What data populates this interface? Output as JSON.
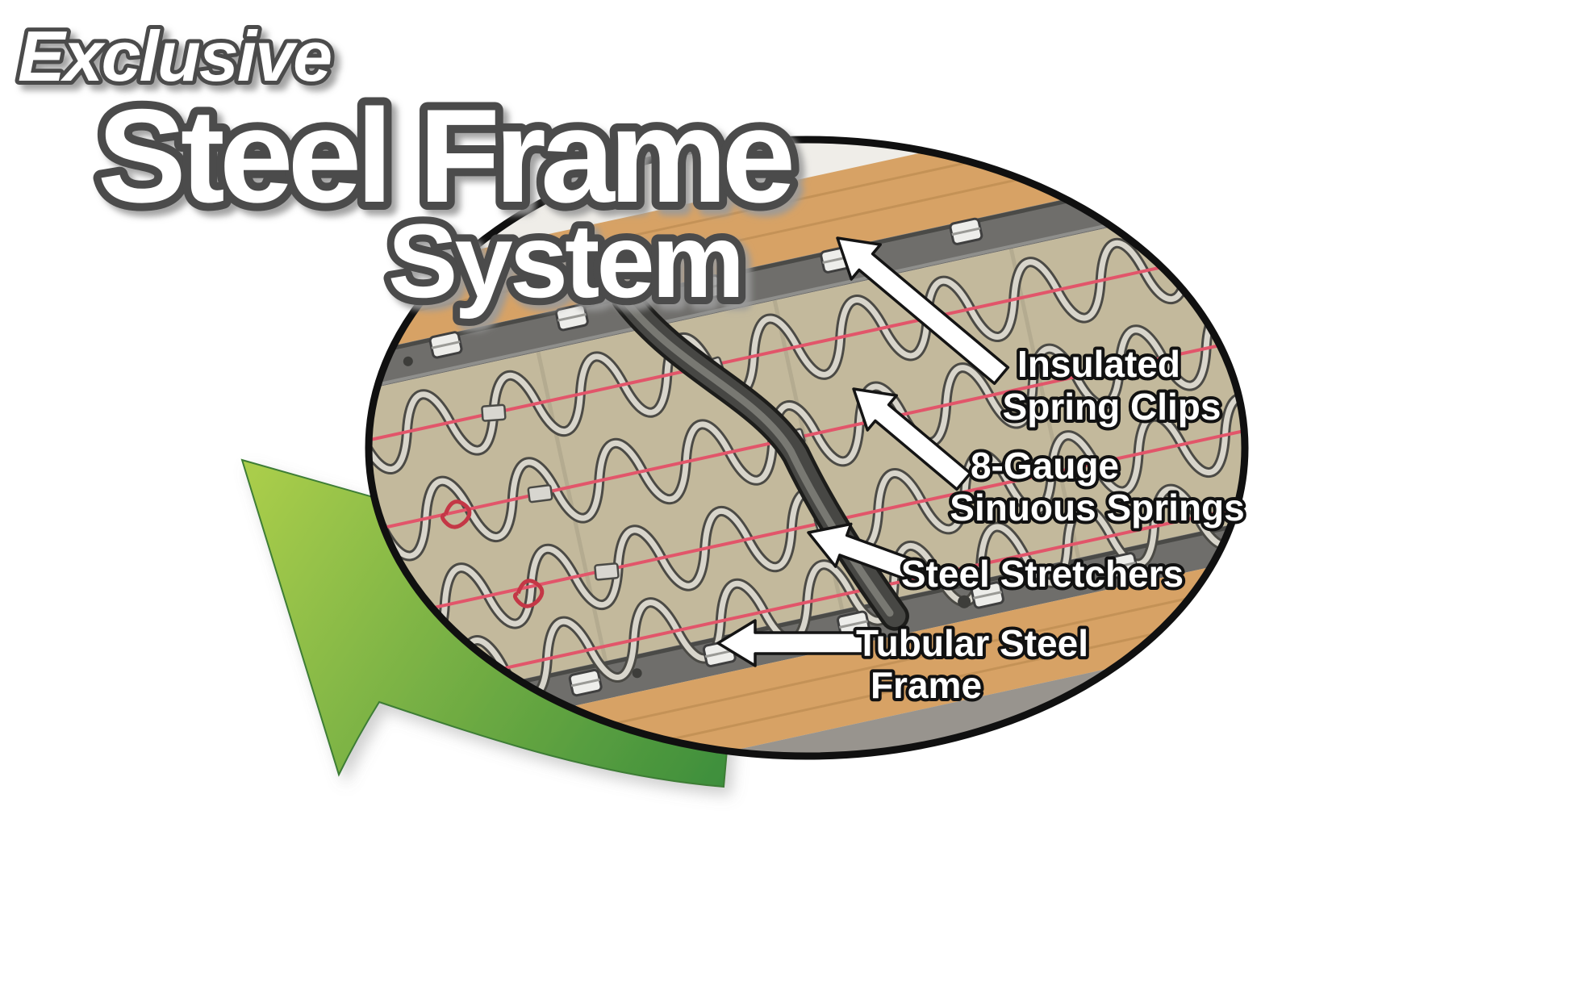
{
  "title": {
    "kicker": "Exclusive",
    "line1": "Steel Frame",
    "line2": "System"
  },
  "callouts": {
    "spring_clips": {
      "line1": "Insulated",
      "line2": "Spring Clips"
    },
    "sinuous_springs": {
      "line1": "8-Gauge",
      "line2": "Sinuous Springs"
    },
    "steel_stretchers": {
      "line1": "Steel Stretchers"
    },
    "tubular_frame": {
      "line1": "Tubular Steel",
      "line2": "Frame"
    }
  },
  "colors": {
    "green_light": "#a9cd4b",
    "green_dark": "#3e8f3c",
    "wood": "#d7a265",
    "canvas": "#c3b99c",
    "rail": "#6f6e6b",
    "wire": "#e2556a"
  }
}
